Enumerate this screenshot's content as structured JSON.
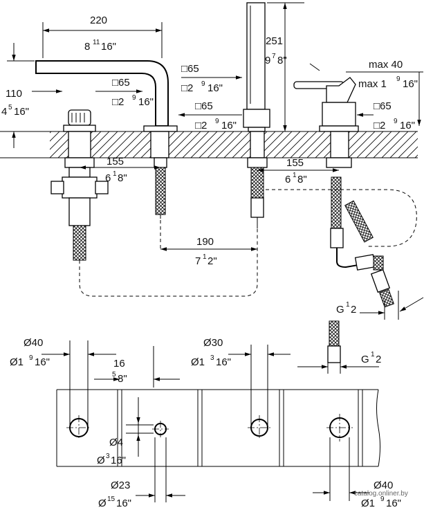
{
  "dims": {
    "d220": {
      "mm": "220",
      "in_w": "8",
      "in_n": "11",
      "in_d": "16\""
    },
    "d251": {
      "mm": "251",
      "in_w": "9",
      "in_n": "7",
      "in_d": "8\""
    },
    "max40": {
      "mm": "max 40",
      "in_w": "max 1",
      "in_n": "9",
      "in_d": "16\""
    },
    "d110": {
      "mm": "110",
      "in_w": "4",
      "in_n": "5",
      "in_d": "16\""
    },
    "sq65_a": {
      "mm": "□65",
      "in_w": "□2",
      "in_n": "9",
      "in_d": "16\""
    },
    "sq65_b": {
      "mm": "□65",
      "in_w": "□2",
      "in_n": "9",
      "in_d": "16\""
    },
    "sq65_c": {
      "mm": "□65",
      "in_w": "□2",
      "in_n": "9",
      "in_d": "16\""
    },
    "sq65_d": {
      "mm": "□65",
      "in_w": "□2",
      "in_n": "9",
      "in_d": "16\""
    },
    "d155_l": {
      "mm": "155",
      "in_w": "6",
      "in_n": "1",
      "in_d": "8\""
    },
    "d155_r": {
      "mm": "155",
      "in_w": "6",
      "in_n": "1",
      "in_d": "8\""
    },
    "d190": {
      "mm": "190",
      "in_w": "7",
      "in_n": "1",
      "in_d": "2\""
    },
    "g1": {
      "w": "G",
      "n": "1",
      "d": "2"
    },
    "g2": {
      "w": "G",
      "n": "1",
      "d": "2"
    },
    "dia40_l": {
      "mm": "Ø40",
      "in_w": "Ø1",
      "in_n": "9",
      "in_d": "16\""
    },
    "d16": {
      "mm": "16",
      "in_n": "5",
      "in_d": "8\""
    },
    "dia30": {
      "mm": "Ø30",
      "in_w": "Ø1",
      "in_n": "3",
      "in_d": "16\""
    },
    "dia4": {
      "mm": "Ø4",
      "in_w": "Ø",
      "in_n": "3",
      "in_d": "16\""
    },
    "dia23": {
      "mm": "Ø23",
      "in_w": "Ø",
      "in_n": "15",
      "in_d": "16\""
    },
    "dia40_r": {
      "mm": "Ø40",
      "in_w": "Ø1",
      "in_n": "9",
      "in_d": "16\""
    }
  },
  "watermark": "catalog.onliner.by"
}
